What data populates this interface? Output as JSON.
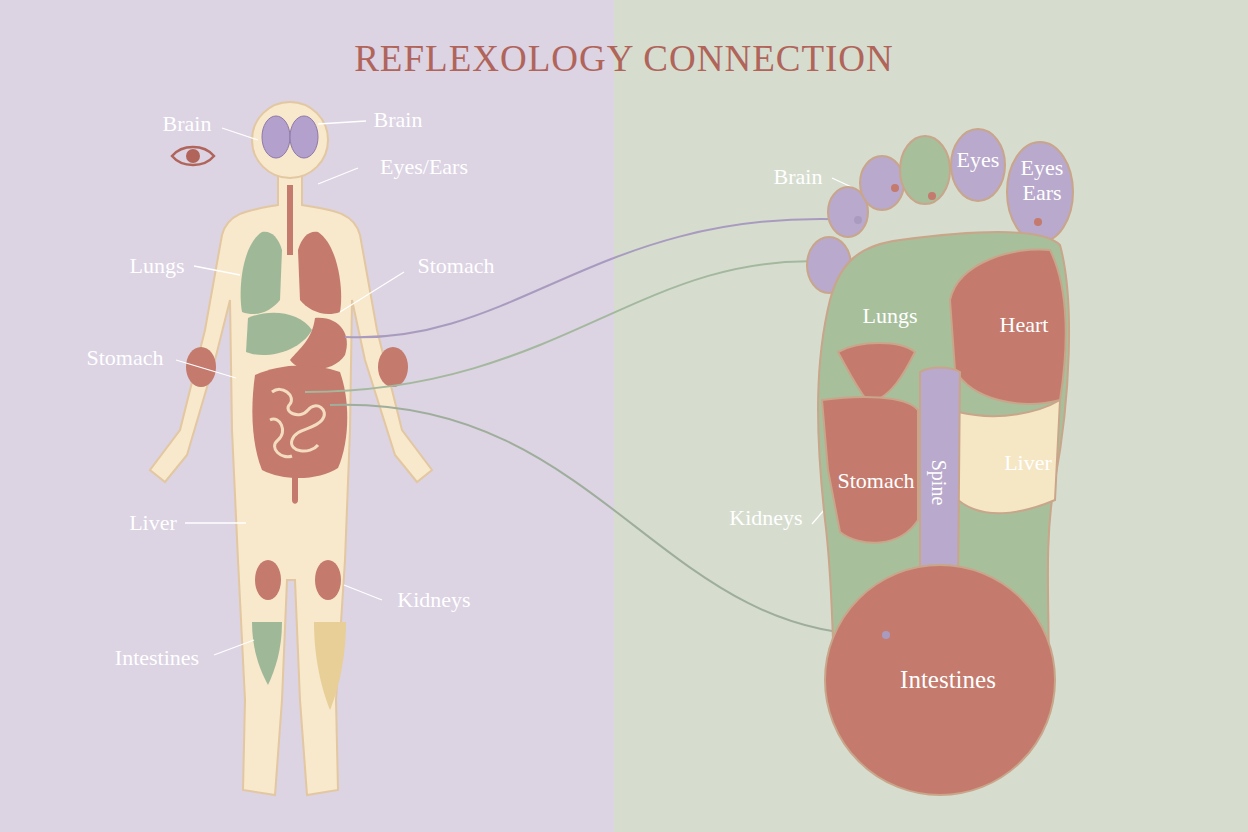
{
  "diagram": {
    "title": "REFLEXOLOGY CONNECTION",
    "nodes": [
      {
        "text": [
          "Eyes"
        ]
      },
      {
        "text": [
          "Eyes Ears"
        ]
      },
      {
        "text": [
          "Lungs"
        ]
      },
      {
        "text": [
          "Heart"
        ]
      },
      {
        "text": [
          "Spine"
        ]
      },
      {
        "text": [
          "Stomach"
        ]
      },
      {
        "text": [
          "Liver"
        ]
      },
      {
        "text": [
          "Intestines"
        ]
      }
    ],
    "labels": [
      "Brain",
      "Brain",
      "Eyes/Ears",
      "Lungs",
      "Stomach",
      "Stomach",
      "Liver",
      "Kidneys",
      "Intestines",
      "Brain",
      "Kidneys"
    ]
  }
}
